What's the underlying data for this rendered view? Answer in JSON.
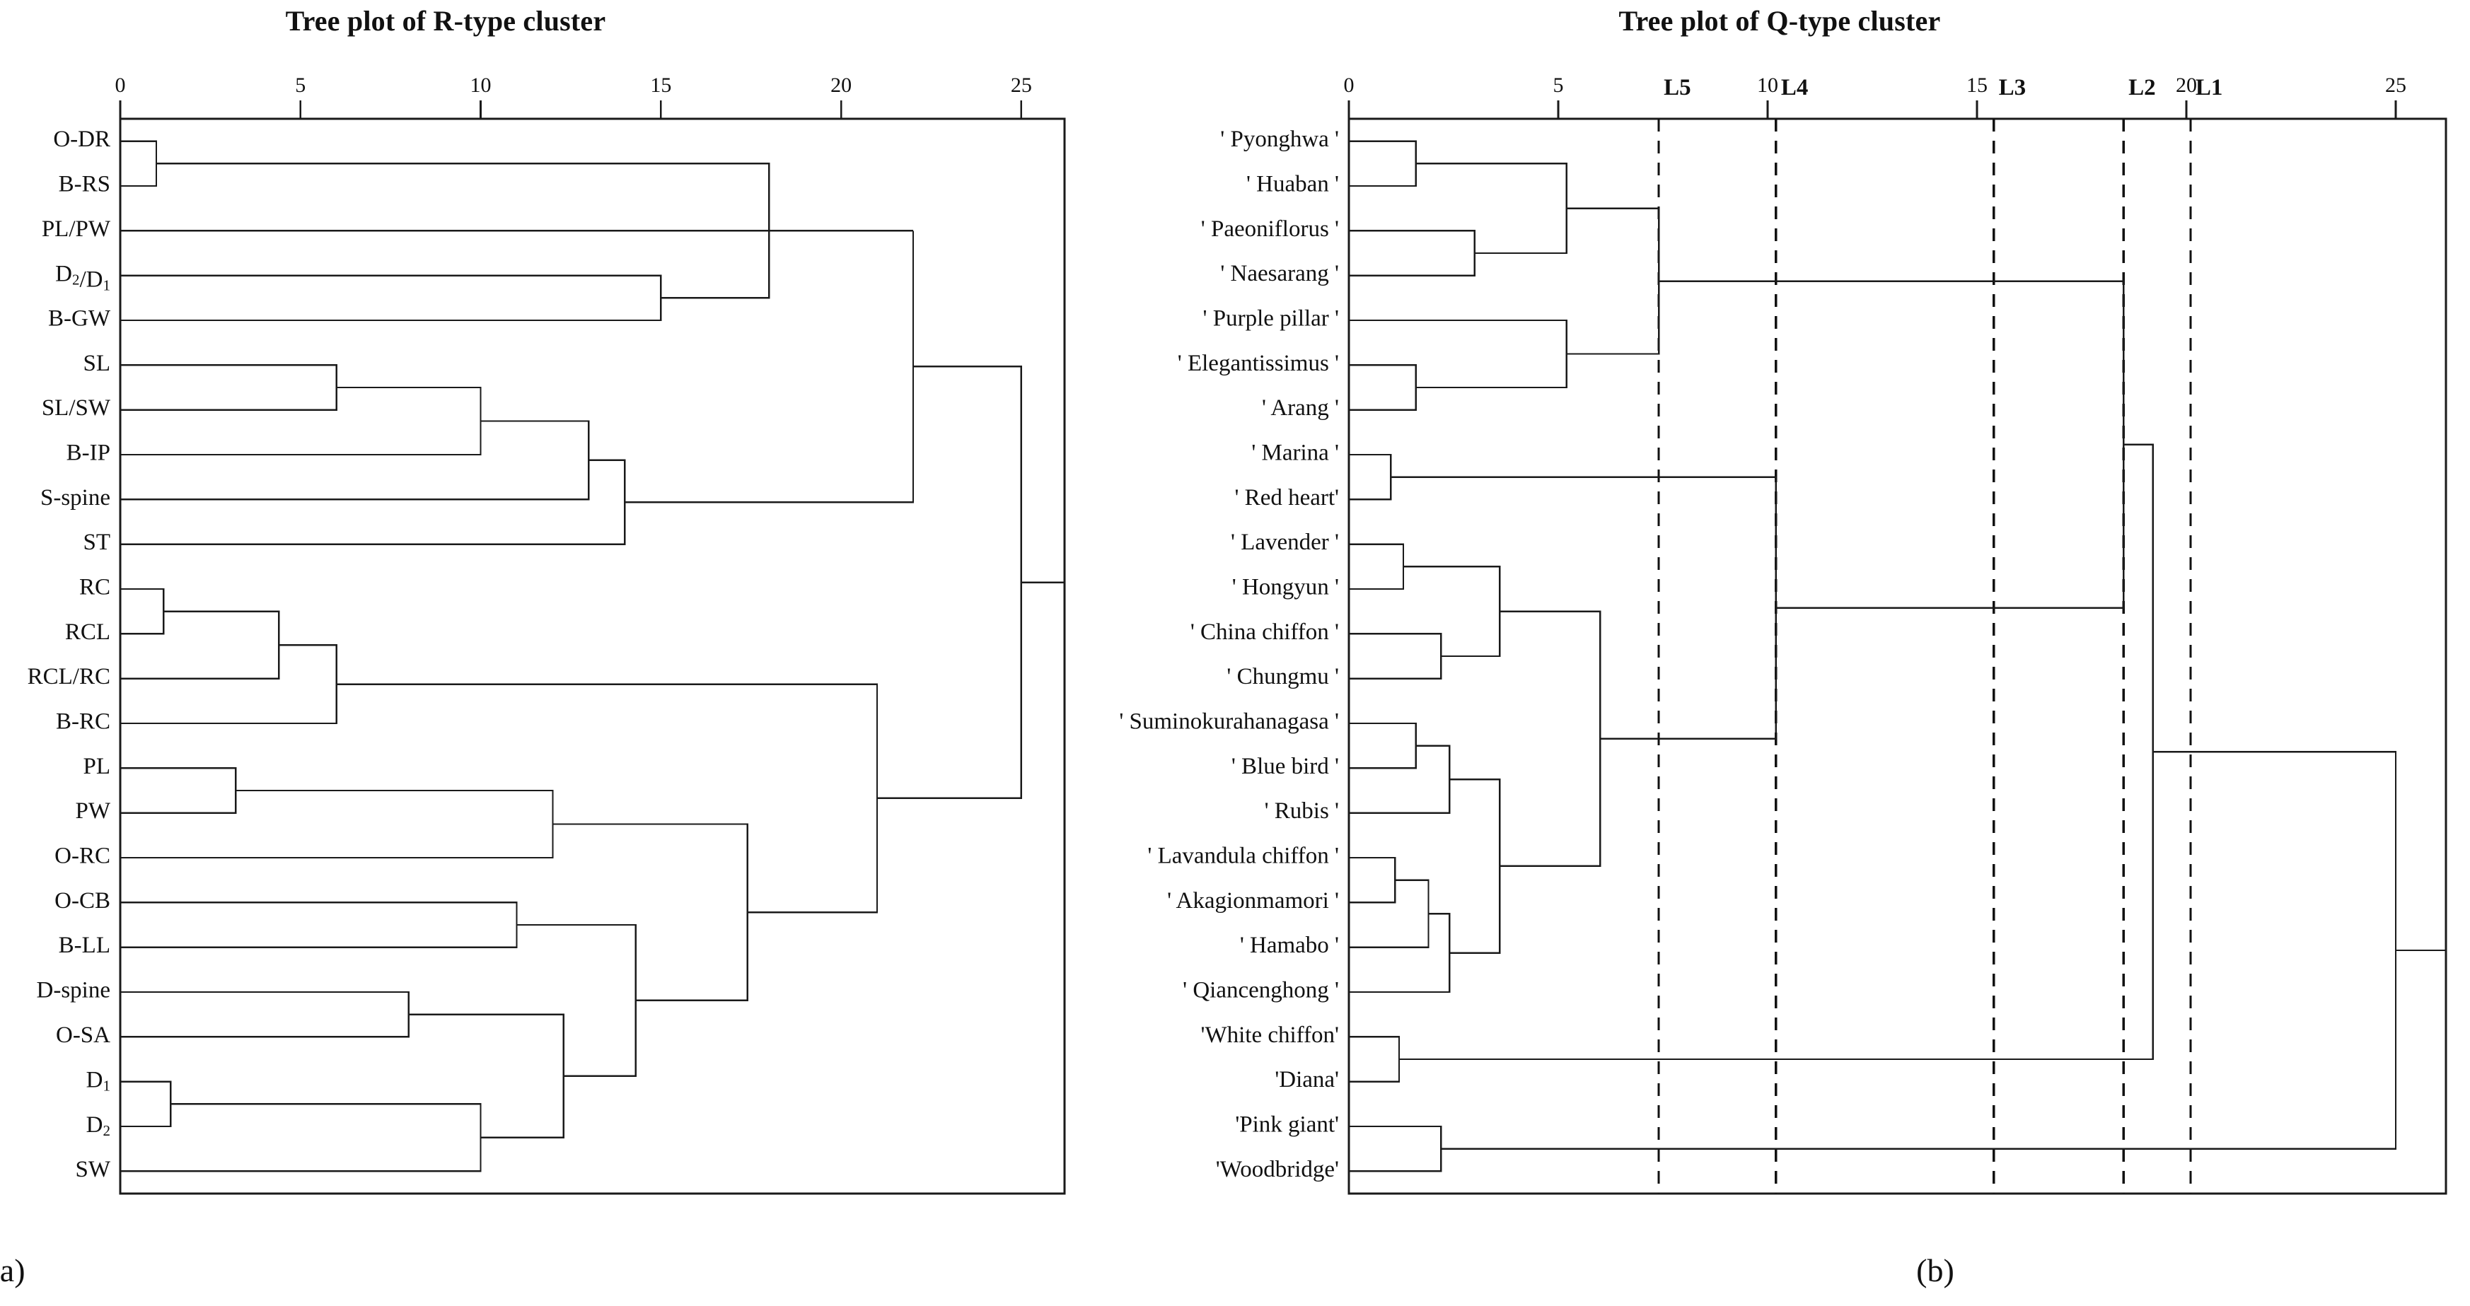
{
  "figure": {
    "panels": [
      {
        "id": "a",
        "caption": "(a)",
        "title": "Tree plot of R-type cluster"
      },
      {
        "id": "b",
        "caption": "(b)",
        "title": "Tree plot of Q-type cluster"
      }
    ]
  },
  "chart_data": [
    {
      "type": "dendrogram",
      "title": "Tree plot of R-type cluster",
      "caption": "(a)",
      "xlabel": "",
      "ylabel": "",
      "xlim": [
        0,
        26.2
      ],
      "axis_ticks": [
        0,
        5,
        10,
        15,
        20,
        25
      ],
      "axis_tick_labels": [
        "0",
        "5",
        "10",
        "15",
        "20",
        "25"
      ],
      "grid": false,
      "orientation": "horizontal-leaves-left",
      "leaves": [
        "O-DR",
        "B-RS",
        "PL/PW",
        "D2/D1",
        "B-GW",
        "SL",
        "SL/SW",
        "B-IP",
        "S-spine",
        "ST",
        "RC",
        "RCL",
        "RCL/RC",
        "B-RC",
        "PL",
        "PW",
        "O-RC",
        "O-CB",
        "B-LL",
        "D-spine",
        "O-SA",
        "D1",
        "D2",
        "SW"
      ],
      "leaf_labels_html": [
        "O-DR",
        "B-RS",
        "PL/PW",
        "D<sub>2</sub>/D<sub>1</sub>",
        "B-GW",
        "SL",
        "SL/SW",
        "B-IP",
        "S-spine",
        "ST",
        "RC",
        "RCL",
        "RCL/RC",
        "B-RC",
        "PL",
        "PW",
        "O-RC",
        "O-CB",
        "B-LL",
        "D-spine",
        "O-SA",
        "D<sub>1</sub>",
        "D<sub>2</sub>",
        "SW"
      ],
      "merges": [
        {
          "id": "m1",
          "left": "O-DR",
          "right": "B-RS",
          "height": 1.0
        },
        {
          "id": "m2",
          "left": "D2/D1",
          "right": "B-GW",
          "height": 15.0
        },
        {
          "id": "m3",
          "left": "m1",
          "right": "m2",
          "height": 18.0
        },
        {
          "id": "m4",
          "left": "PL/PW",
          "right": "m3",
          "height": 22.0
        },
        {
          "id": "m5",
          "left": "SL",
          "right": "SL/SW",
          "height": 6.0
        },
        {
          "id": "m6",
          "left": "m5",
          "right": "B-IP",
          "height": 10.0
        },
        {
          "id": "m7",
          "left": "m6",
          "right": "S-spine",
          "height": 13.0
        },
        {
          "id": "m8",
          "left": "m7",
          "right": "ST",
          "height": 14.0
        },
        {
          "id": "m9",
          "left": "m8",
          "right": "m4",
          "height": 22.0
        },
        {
          "id": "m10",
          "left": "RC",
          "right": "RCL",
          "height": 1.2
        },
        {
          "id": "m11",
          "left": "m10",
          "right": "RCL/RC",
          "height": 4.4
        },
        {
          "id": "m12",
          "left": "m11",
          "right": "B-RC",
          "height": 6.0
        },
        {
          "id": "m13",
          "left": "PL",
          "right": "PW",
          "height": 3.2
        },
        {
          "id": "m14",
          "left": "m13",
          "right": "O-RC",
          "height": 12.0
        },
        {
          "id": "m15",
          "left": "O-CB",
          "right": "B-LL",
          "height": 11.0
        },
        {
          "id": "m16",
          "left": "D-spine",
          "right": "O-SA",
          "height": 8.0
        },
        {
          "id": "m17",
          "left": "D1",
          "right": "D2",
          "height": 1.4
        },
        {
          "id": "m18",
          "left": "m17",
          "right": "SW",
          "height": 10.0
        },
        {
          "id": "m19",
          "left": "m16",
          "right": "m18",
          "height": 12.3
        },
        {
          "id": "m20",
          "left": "m15",
          "right": "m19",
          "height": 14.3
        },
        {
          "id": "m21",
          "left": "m14",
          "right": "m20",
          "height": 17.4
        },
        {
          "id": "m22",
          "left": "m12",
          "right": "m21",
          "height": 21.0
        },
        {
          "id": "m23",
          "left": "m9",
          "right": "m22",
          "height": 25.0
        }
      ],
      "cut_lines": []
    },
    {
      "type": "dendrogram",
      "title": "Tree plot of Q-type cluster",
      "caption": "(b)",
      "xlabel": "",
      "ylabel": "",
      "xlim": [
        0,
        26.2
      ],
      "axis_ticks": [
        0,
        5,
        10,
        15,
        20,
        25
      ],
      "axis_tick_labels": [
        "0",
        "5",
        "10",
        "15",
        "20",
        "25"
      ],
      "grid": false,
      "orientation": "horizontal-leaves-left",
      "leaves": [
        "Pyonghwa",
        "Huaban",
        "Paeoniflorus",
        "Naesarang",
        "Purple pillar",
        "Elegantissimus",
        "Arang",
        "Marina",
        "Red heart",
        "Lavender",
        "Hongyun",
        "China chiffon",
        "Chungmu",
        "Suminokurahanagasa",
        "Blue bird",
        "Rubis",
        "Lavandula chiffon",
        "Akagionmamori",
        "Hamabo",
        "Qiancenghong",
        "White chiffon",
        "Diana",
        "Pink giant",
        "Woodbridge"
      ],
      "leaf_labels_display": [
        "' Pyonghwa '",
        "' Huaban '",
        "' Paeoniflorus '",
        "' Naesarang '",
        "' Purple pillar '",
        "' Elegantissimus '",
        "' Arang '",
        "' Marina '",
        "' Red heart'",
        "' Lavender '",
        "' Hongyun '",
        "' China chiffon '",
        "' Chungmu '",
        "' Suminokurahanagasa '",
        "' Blue bird '",
        "' Rubis '",
        "' Lavandula chiffon '",
        "' Akagionmamori '",
        "' Hamabo '",
        "' Qiancenghong '",
        "'White chiffon'",
        "'Diana'",
        "'Pink giant'",
        "'Woodbridge'"
      ],
      "merges": [
        {
          "id": "q1",
          "left": "Pyonghwa",
          "right": "Huaban",
          "height": 1.6
        },
        {
          "id": "q2",
          "left": "Paeoniflorus",
          "right": "Naesarang",
          "height": 3.0
        },
        {
          "id": "q3",
          "left": "q1",
          "right": "q2",
          "height": 5.2
        },
        {
          "id": "q4",
          "left": "Elegantissimus",
          "right": "Arang",
          "height": 1.6
        },
        {
          "id": "q5",
          "left": "Purple pillar",
          "right": "q4",
          "height": 5.2
        },
        {
          "id": "q6",
          "left": "q3",
          "right": "q5",
          "height": 7.4
        },
        {
          "id": "q7",
          "left": "Marina",
          "right": "Red heart",
          "height": 1.0
        },
        {
          "id": "q8",
          "left": "Lavender",
          "right": "Hongyun",
          "height": 1.3
        },
        {
          "id": "q9",
          "left": "China chiffon",
          "right": "Chungmu",
          "height": 2.2
        },
        {
          "id": "q10",
          "left": "q8",
          "right": "q9",
          "height": 3.6
        },
        {
          "id": "q11",
          "left": "Suminokurahanagasa",
          "right": "Blue bird",
          "height": 1.6
        },
        {
          "id": "q12",
          "left": "q11",
          "right": "Rubis",
          "height": 2.4
        },
        {
          "id": "q13",
          "left": "Lavandula chiffon",
          "right": "Akagionmamori",
          "height": 1.1
        },
        {
          "id": "q14",
          "left": "q13",
          "right": "Hamabo",
          "height": 1.9
        },
        {
          "id": "q15",
          "left": "q14",
          "right": "Qiancenghong",
          "height": 2.4
        },
        {
          "id": "q16",
          "left": "q12",
          "right": "q15",
          "height": 3.6
        },
        {
          "id": "q17",
          "left": "q10",
          "right": "q16",
          "height": 6.0
        },
        {
          "id": "q18",
          "left": "q7",
          "right": "q17",
          "height": 10.2
        },
        {
          "id": "q19",
          "left": "q6",
          "right": "q18",
          "height": 18.5
        },
        {
          "id": "q20",
          "left": "White chiffon",
          "right": "Diana",
          "height": 1.2
        },
        {
          "id": "q21",
          "left": "q19",
          "right": "q20",
          "height": 19.2
        },
        {
          "id": "q22",
          "left": "Pink giant",
          "right": "Woodbridge",
          "height": 2.2
        },
        {
          "id": "q23",
          "left": "q21",
          "right": "q22",
          "height": 25.0
        }
      ],
      "cut_lines": [
        {
          "label": "L5",
          "x": 7.4
        },
        {
          "label": "L4",
          "x": 10.2
        },
        {
          "label": "L3",
          "x": 15.4
        },
        {
          "label": "L2",
          "x": 18.5
        },
        {
          "label": "L1",
          "x": 20.1
        }
      ]
    }
  ]
}
